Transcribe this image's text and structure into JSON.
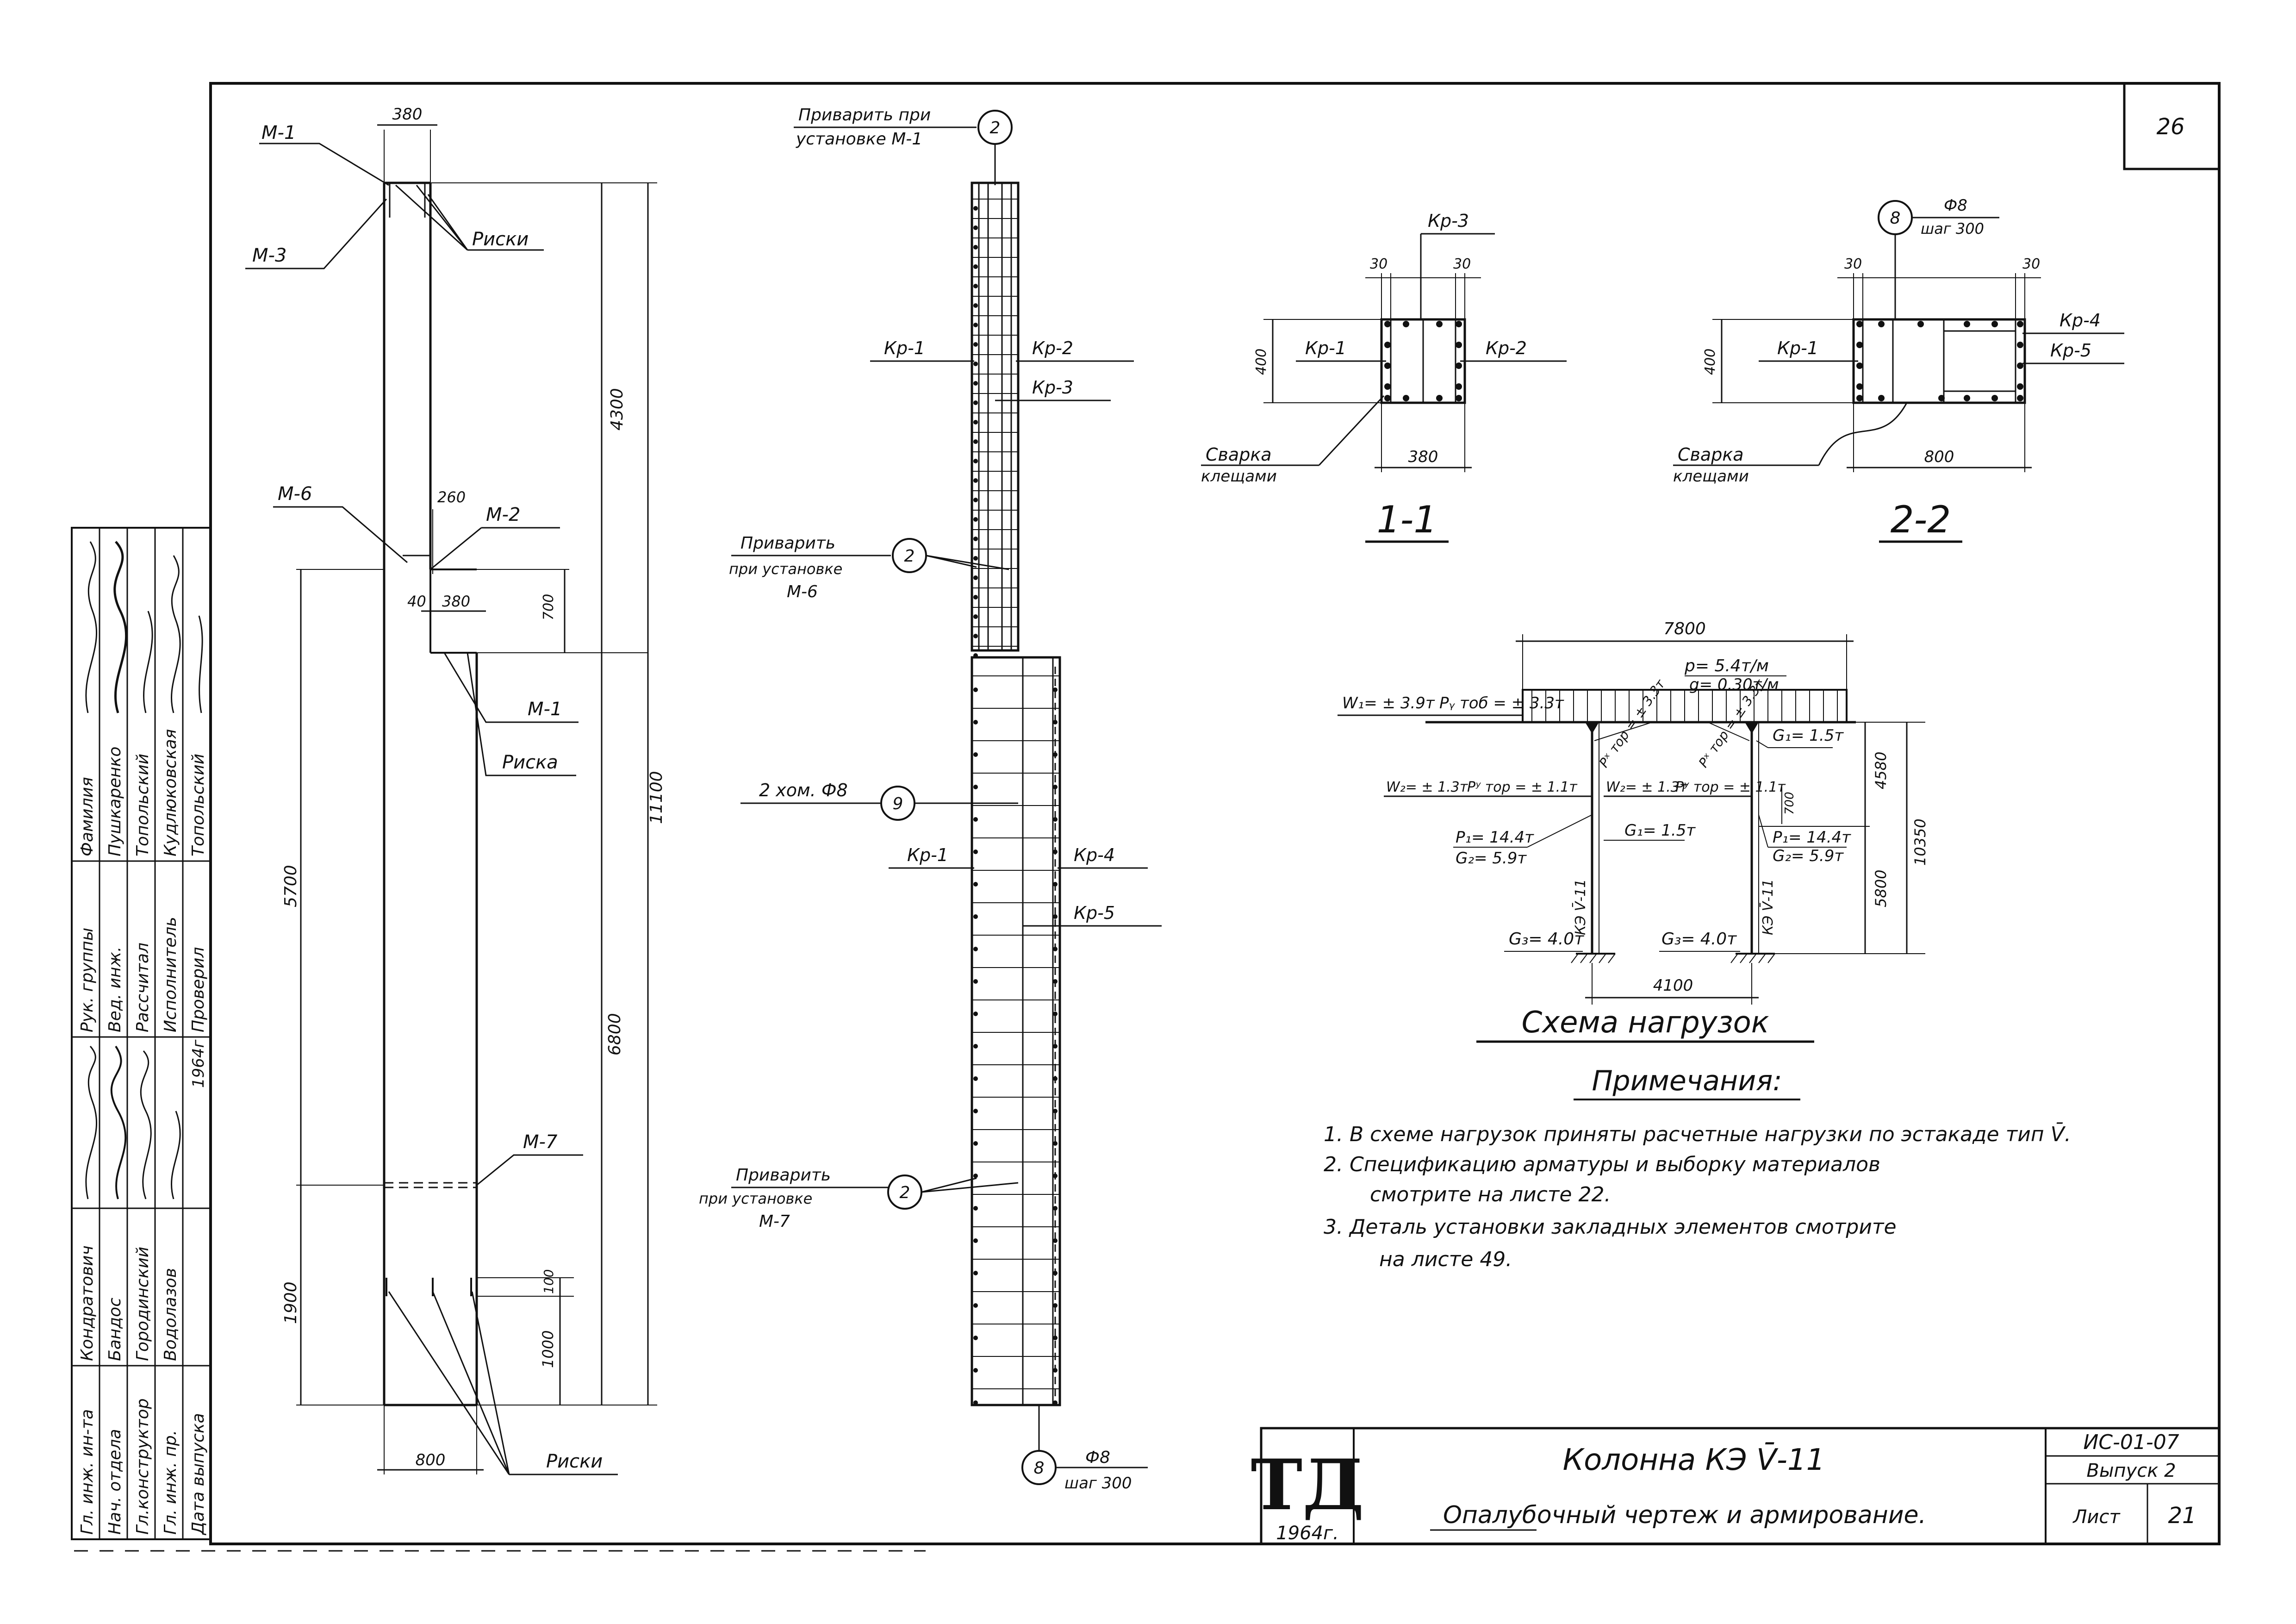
{
  "sheet_corner_number": "26",
  "left_elevation": {
    "labels": {
      "m1_top": "М-1",
      "m3": "М-3",
      "riski_top": "Риски",
      "m6": "М-6",
      "m2": "М-2",
      "m1_mid": "М-1",
      "riska_mid": "Риска",
      "m7": "М-7",
      "riski_bottom": "Риски"
    },
    "dims": {
      "top_width": "380",
      "d260": "260",
      "d40": "40",
      "d380b": "380",
      "d700": "700",
      "h4300": "4300",
      "h11100": "11100",
      "h5700": "5700",
      "h6800": "6800",
      "h1900": "1900",
      "d100": "100",
      "d1000": "1000",
      "bottom_width": "800"
    }
  },
  "reinforcement": {
    "weld_note_top": [
      "Приварить при",
      "установке М-1"
    ],
    "weld_note_mid": [
      "Приварить",
      "при установке",
      "М-6"
    ],
    "weld_note_bot": [
      "Приварить",
      "при установке",
      "М-7"
    ],
    "clamps_note": "2 хом. Ф8",
    "markers": {
      "m_top": "2",
      "m_mid": "2",
      "m_clamp": "9",
      "m_bot": "2",
      "m_bottom": "8"
    },
    "cage_labels": {
      "kr1_top": "Кр-1",
      "kr2": "Кр-2",
      "kr3": "Кр-3",
      "kr1_bot": "Кр-1",
      "kr4": "Кр-4",
      "kr5": "Кр-5"
    },
    "bottom_bar": [
      "Ф8",
      "шаг 300"
    ]
  },
  "section_1": {
    "title": "1-1",
    "labels": {
      "kr3": "Кр-3",
      "kr1": "Кр-1",
      "kr2": "Кр-2",
      "weld": [
        "Сварка",
        "клещами"
      ]
    },
    "dims": {
      "c30a": "30",
      "c30b": "30",
      "h400": "400",
      "w380": "380"
    }
  },
  "section_2": {
    "title": "2-2",
    "labels": {
      "marker": "8",
      "bar": [
        "Ф8",
        "шаг 300"
      ],
      "kr1": "Кр-1",
      "kr4": "Кр-4",
      "kr5": "Кр-5",
      "weld": [
        "Сварка",
        "клещами"
      ]
    },
    "dims": {
      "c30a": "30",
      "c30b": "30",
      "h400": "400",
      "w800": "800"
    }
  },
  "load_scheme": {
    "title": "Схема нагрузок",
    "dims": {
      "span7800": "7800",
      "h4580": "4580",
      "h10350": "10350",
      "h5800": "5800",
      "d700": "700",
      "base4100": "4100"
    },
    "labels": {
      "p": "p= 5.4т/м",
      "g": "g= 0.30т/м",
      "w1": "W₁= ± 3.9т",
      "p_tor": "Pᵧ тоб = ± 3.3т",
      "w2_left": "W₂= ± 1.3т",
      "py_left": "Pʸ тор = ± 1.1т",
      "w2_mid": "W₂= ± 1.3т",
      "py_mid": "Pʸ тор = ± 1.1т",
      "px_left": "Pˣ тор = ± 3.3т",
      "px_right": "Pˣ тор = ± 3.3т",
      "g1_right": "G₁= 1.5т",
      "g1_mid": "G₁= 1.5т",
      "p1_left": "P₁= 14.4т",
      "g2_left": "G₂= 5.9т",
      "p1_right": "P₁= 14.4т",
      "g2_right": "G₂= 5.9т",
      "g3_left": "G₃= 4.0т",
      "g3_right": "G₃= 4.0т",
      "col_left": "КЭ V̄-11",
      "col_right": "КЭ V̄-11"
    }
  },
  "notes": {
    "title": "Примечания:",
    "items": [
      "1.  В схеме нагрузок приняты расчетные нагрузки по эстакаде тип V̄.",
      "2.  Спецификацию арматуры и выборку материалов",
      "смотрите на листе 22.",
      "3.  Деталь установки закладных элементов смотрите",
      "на листе 49."
    ]
  },
  "signature_block": {
    "roles": [
      "Гл. инж. ин-та",
      "Нач. отдела",
      "Гл.конструктор",
      "Гл. инж. пр.",
      "Дата выпуска"
    ],
    "names": [
      "Кондратович",
      "Бандос",
      "Городинский",
      "Водолазов"
    ],
    "sig_date": "1964г",
    "roles2": [
      "Рук. группы",
      "Вед. инж.",
      "Рассчитал",
      "Исполнитель",
      "Проверил"
    ],
    "names2": [
      "Фамилия",
      "Пушкаренко",
      "Топольский",
      "Кудлюковская",
      "Топольский"
    ]
  },
  "title_block": {
    "logo": "ТД",
    "logo_year": "1964г.",
    "title": "Колонна КЭ V̄-11",
    "subtitle": "Опалубочный чертеж и армирование.",
    "code": "ИС-01-07",
    "issue": "Выпуск 2",
    "sheet_label": "Лист",
    "sheet_number": "21"
  }
}
